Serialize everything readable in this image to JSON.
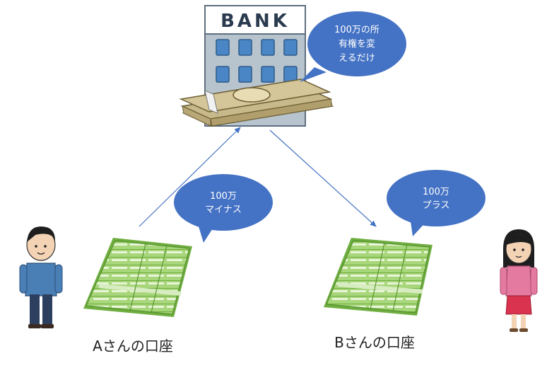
{
  "bank": {
    "sign": "BANK",
    "bubble_lines": [
      "100万の所",
      "有権を変",
      "えるだけ"
    ]
  },
  "transfer_out": {
    "bubble_lines": [
      "100万",
      "マイナス"
    ]
  },
  "transfer_in": {
    "bubble_lines": [
      "100万",
      "プラス"
    ]
  },
  "account_a": {
    "label": "Aさんの口座"
  },
  "account_b": {
    "label": "Bさんの口座"
  },
  "colors": {
    "bubble": "#4472c4",
    "arrow": "#4472c4",
    "passbook": "#9ccf6a",
    "building": "#b7c3cd",
    "window": "#4a86c5",
    "banknote": "#c8b98a"
  },
  "icons": [
    "bank-building-icon",
    "banknote-stack-icon",
    "passbook-icon",
    "man-icon",
    "woman-icon"
  ]
}
